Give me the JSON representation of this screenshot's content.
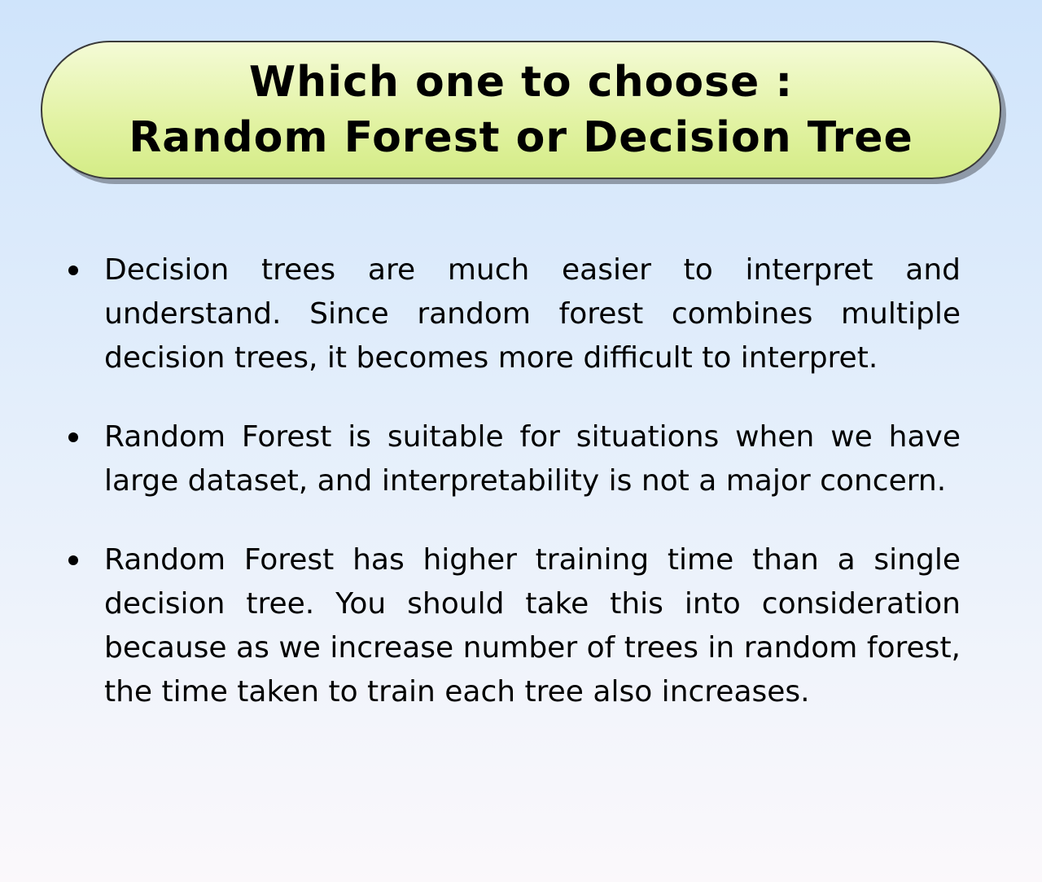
{
  "title": {
    "line1": "Which one to choose :",
    "line2": "Random Forest or Decision Tree"
  },
  "bullets": [
    "Decision trees are much easier to interpret and understand. Since random forest combines multiple decision trees, it becomes more difficult to interpret.",
    "Random Forest is suitable for situations when we have large dataset, and interpretability is not a major concern.",
    "Random Forest has higher training time than a single decision tree. You should take this into consideration because as we increase number of trees in random forest, the time taken to train each tree also increases."
  ],
  "colors": {
    "banner_fill": "#e3f3a6",
    "banner_border": "#3a3a3a",
    "background_top": "#cfe4fb",
    "background_bottom": "#fbf8fb",
    "text": "#000000"
  }
}
